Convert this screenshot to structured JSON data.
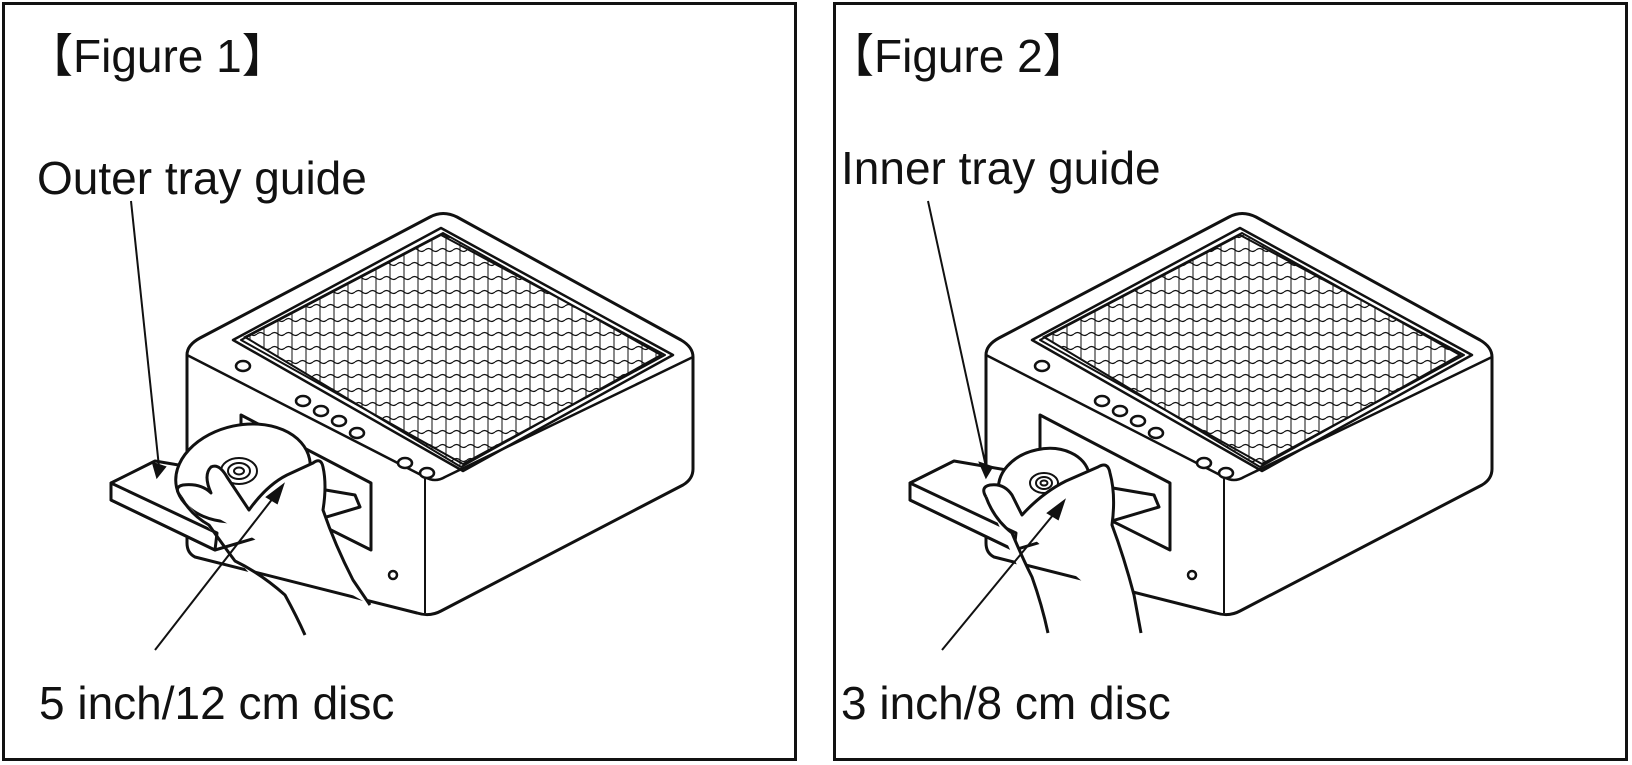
{
  "figures": [
    {
      "title": "【Figure 1】",
      "guide_label": "Outer tray guide",
      "disc_label": "5 inch/12 cm disc"
    },
    {
      "title": "【Figure 2】",
      "guide_label": "Inner tray guide",
      "disc_label": "3 inch/8 cm disc"
    }
  ],
  "colors": {
    "ink": "#111111",
    "background": "#ffffff"
  }
}
